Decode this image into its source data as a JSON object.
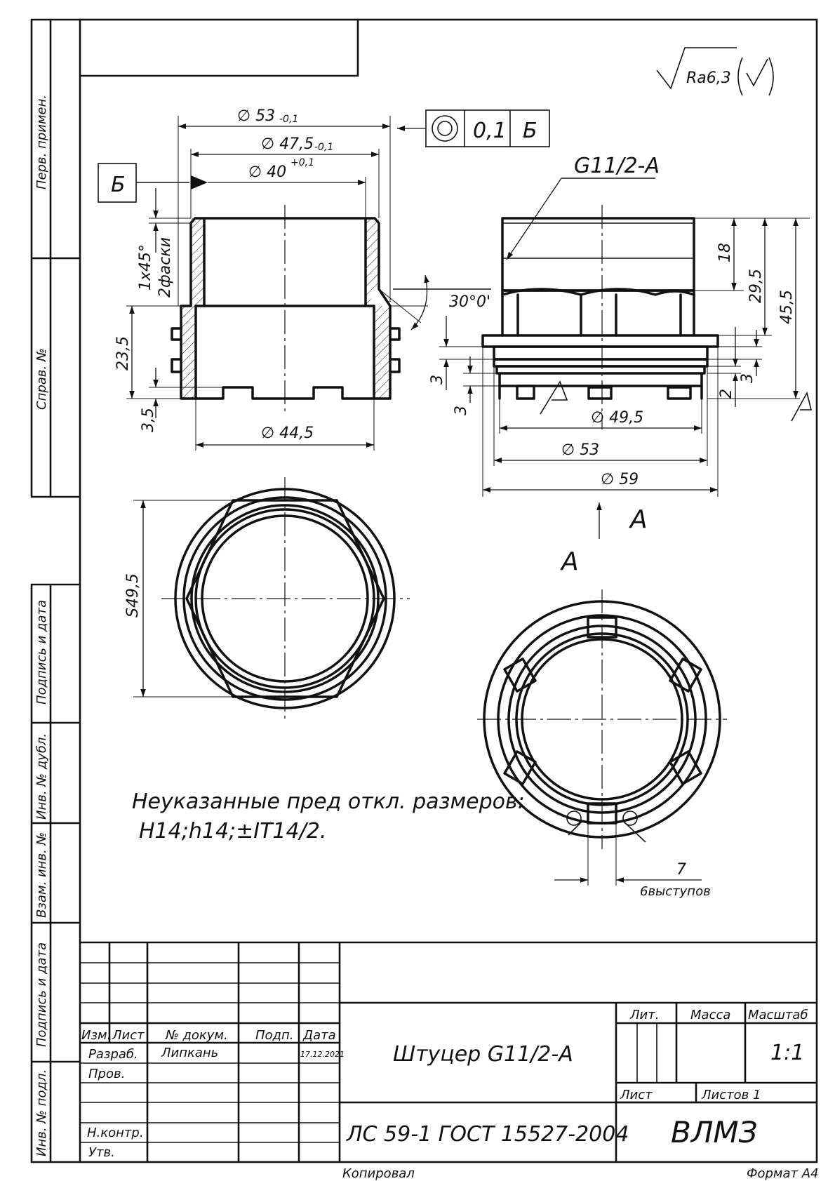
{
  "surface_finish": {
    "roughness": "Ra6,3",
    "note_symbol": "(√)"
  },
  "datum": {
    "label": "Б"
  },
  "tolerance_frame": {
    "value": "0,1",
    "datum": "Б"
  },
  "front_view": {
    "dims": {
      "d53": "∅ 53",
      "d53_tol": "-0,1",
      "d47": "∅ 47,5",
      "d47_tol": "-0,1",
      "d40": "∅ 40",
      "d40_tol": "+0,1",
      "d44": "∅ 44,5",
      "h23": "23,5",
      "h3_5": "3,5",
      "chamfer_a": "1x45°",
      "chamfer_b": "2фаски",
      "angle": "30°0'"
    }
  },
  "side_view": {
    "thread_label": "G11/2-A",
    "dims": {
      "h18": "18",
      "h29": "29,5",
      "h45": "45,5",
      "d49": "∅ 49,5",
      "d53": "∅ 53",
      "d59": "∅ 59",
      "s3a": "3",
      "s3b": "3",
      "s3c": "3",
      "s2": "2"
    },
    "view_arrow": "A"
  },
  "top_view": {
    "s_label": "S49,5"
  },
  "bottom_view": {
    "title": "A",
    "lug_width": "7",
    "lug_note": "6выступов"
  },
  "notes": {
    "line1": "Неуказанные пред откл. размеров:",
    "line2": "Н14;h14;±IT14/2."
  },
  "side_stamps": [
    "Перв. примен.",
    "Справ. №",
    "Подпись и дата",
    "Инв. № дубл.",
    "Взам. инв. №",
    "Подпись и дата",
    "Инв. № подл."
  ],
  "title_block": {
    "headers": {
      "izm": "Изм.",
      "list": "Лист",
      "doc": "№ докум.",
      "sign": "Подп.",
      "date": "Дата"
    },
    "roles": {
      "razrab": "Разраб.",
      "prov": "Пров.",
      "nkontr": "Н.контр.",
      "utv": "Утв."
    },
    "razrab_name": "Липкань",
    "razrab_date": "17.12.2021",
    "name": "Штуцер G11/2-А",
    "material": "ЛС 59-1 ГОСТ 15527-2004",
    "company": "ВЛМЗ",
    "lit_label": "Лит.",
    "mass_label": "Масса",
    "scale_label": "Масштаб",
    "scale_value": "1:1",
    "sheet_label": "Лист",
    "sheets_label": "Листов 1"
  },
  "footer": {
    "copied": "Копировал",
    "format": "Формат А4"
  }
}
